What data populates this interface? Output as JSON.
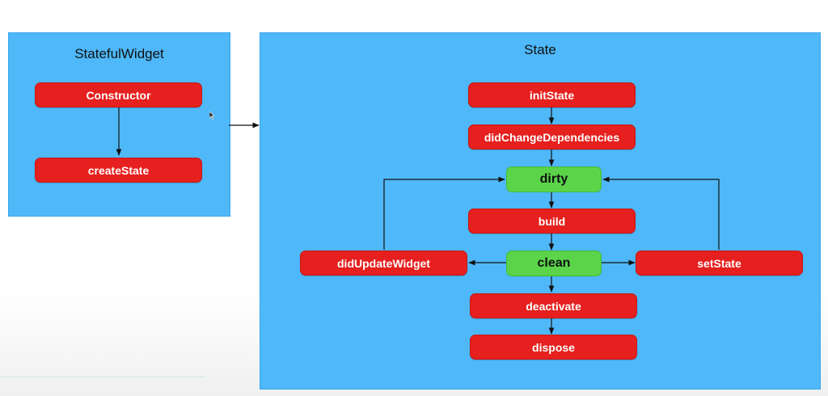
{
  "panels": {
    "stateful_widget": {
      "title": "StatefulWidget"
    },
    "state": {
      "title": "State"
    }
  },
  "nodes": {
    "constructor": "Constructor",
    "create_state": "createState",
    "init_state": "initState",
    "did_change_dependencies": "didChangeDependencies",
    "dirty": "dirty",
    "build": "build",
    "clean": "clean",
    "did_update_widget": "didUpdateWidget",
    "set_state": "setState",
    "deactivate": "deactivate",
    "dispose": "dispose"
  },
  "colors": {
    "panel": "#4fb8f8",
    "node_red": "#e5201e",
    "node_green": "#5bd44a",
    "edge": "#111111"
  }
}
